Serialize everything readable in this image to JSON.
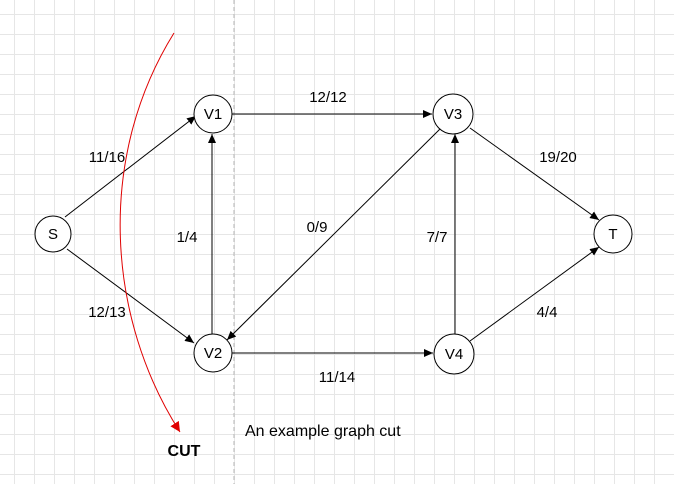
{
  "nodes": [
    {
      "id": "S",
      "label": "S"
    },
    {
      "id": "V1",
      "label": "V1"
    },
    {
      "id": "V2",
      "label": "V2"
    },
    {
      "id": "V3",
      "label": "V3"
    },
    {
      "id": "V4",
      "label": "V4"
    },
    {
      "id": "T",
      "label": "T"
    }
  ],
  "edges": [
    {
      "id": "s-v1",
      "from": "S",
      "to": "V1",
      "label": "11/16"
    },
    {
      "id": "s-v2",
      "from": "S",
      "to": "V2",
      "label": "12/13"
    },
    {
      "id": "v2-v1",
      "from": "V2",
      "to": "V1",
      "label": "1/4"
    },
    {
      "id": "v1-v3",
      "from": "V1",
      "to": "V3",
      "label": "12/12"
    },
    {
      "id": "v3-v2",
      "from": "V3",
      "to": "V2",
      "label": "0/9"
    },
    {
      "id": "v2-v4",
      "from": "V2",
      "to": "V4",
      "label": "11/14"
    },
    {
      "id": "v4-v3",
      "from": "V4",
      "to": "V3",
      "label": "7/7"
    },
    {
      "id": "v3-t",
      "from": "V3",
      "to": "T",
      "label": "19/20"
    },
    {
      "id": "v4-t",
      "from": "V4",
      "to": "T",
      "label": "4/4"
    }
  ],
  "cut": {
    "label": "CUT",
    "color": "#e00000"
  },
  "caption": "An example graph cut",
  "colors": {
    "edge": "#000000",
    "node_fill": "#ffffff",
    "cut": "#e00000",
    "guide": "#b5b5b5"
  }
}
